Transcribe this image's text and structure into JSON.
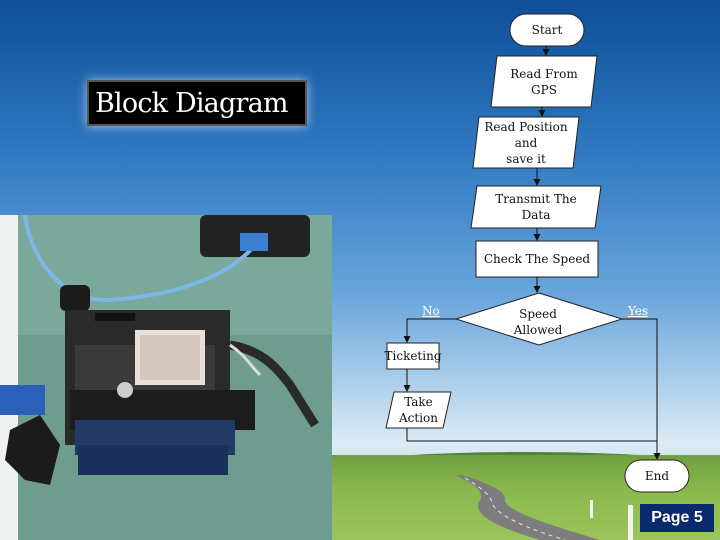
{
  "slide": {
    "title": "Block Diagram",
    "page_label": "Page 5"
  },
  "flowchart": {
    "start": "Start",
    "read_gps": "Read From\nGPS",
    "read_position": "Read Position\nand\nsave it",
    "transmit": "Transmit The\nData",
    "check_speed": "Check The Speed",
    "decision": "Speed\nAllowed",
    "no_label": "No",
    "yes_label": "Yes",
    "ticketing": "Ticketing",
    "take_action": "Take\nAction",
    "end": "End"
  },
  "colors": {
    "shape_fill": "#ffffff",
    "shape_border": "#222222",
    "sky_top": "#0e4f98",
    "page_badge": "#0a2a6e"
  }
}
